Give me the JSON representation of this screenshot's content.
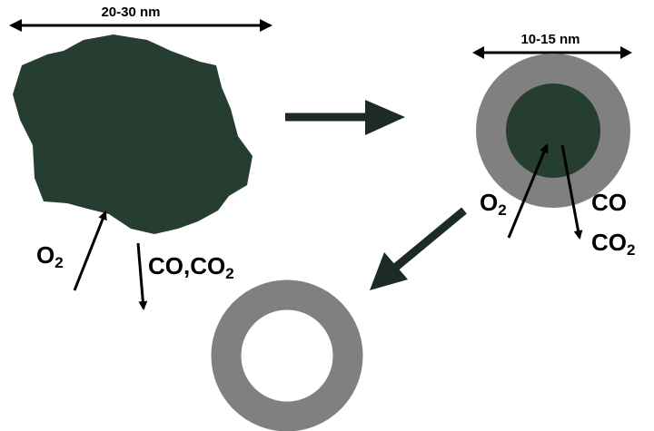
{
  "diagram": {
    "large_particle": {
      "size_label": "20-30 nm",
      "gas_in": {
        "base": "O",
        "sub": "2"
      },
      "gas_out": {
        "part1": "CO,CO",
        "sub": "2"
      }
    },
    "coated_particle": {
      "size_label": "10-15 nm",
      "gas_in": {
        "base": "O",
        "sub": "2"
      },
      "gas_out_line1": "CO",
      "gas_out_line2": {
        "base": "CO",
        "sub": "2"
      }
    }
  },
  "colors": {
    "core": "#263d31",
    "shell": "#808080",
    "arrow": "#1c2b23",
    "line": "#000000",
    "background": "#ffffff"
  }
}
